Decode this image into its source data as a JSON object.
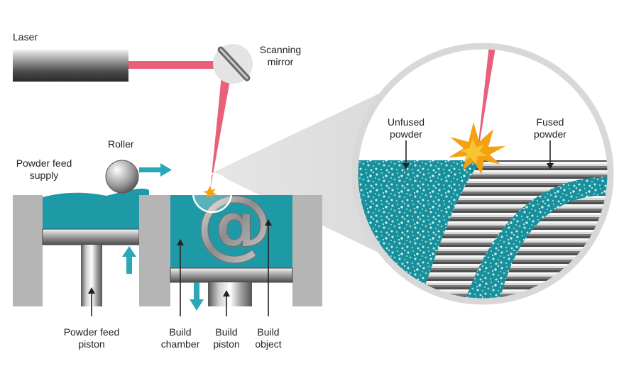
{
  "labels": {
    "laser": "Laser",
    "scanning_mirror": [
      "Scanning",
      "mirror"
    ],
    "roller": "Roller",
    "powder_feed_supply": [
      "Powder feed",
      "supply"
    ],
    "unfused_powder": [
      "Unfused",
      "powder"
    ],
    "fused_powder": [
      "Fused",
      "powder"
    ],
    "powder_feed_piston": [
      "Powder feed",
      "piston"
    ],
    "build_chamber": [
      "Build",
      "chamber"
    ],
    "build_piston": [
      "Build",
      "piston"
    ],
    "build_object": [
      "Build",
      "object"
    ]
  },
  "colors": {
    "laser_beam": "#e8607a",
    "powder_teal": "#1e9aa6",
    "powder_light": "#b3dde1",
    "arrow_teal": "#2aa8b6",
    "wall_gray": "#b5b5b5",
    "outline": "#222222",
    "spark_orange": "#f5a010"
  },
  "icons": {
    "object_shape": "at-sign-glyph"
  }
}
